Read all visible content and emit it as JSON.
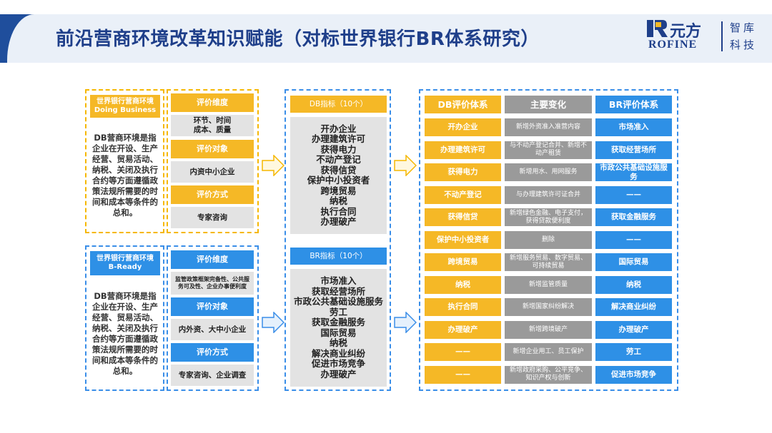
{
  "header": {
    "title": "前沿营商环境改革知识赋能（对标世界银行BR体系研究）",
    "logo_cn": "元方",
    "logo_en": "ROFINE",
    "logo_side_top": "智库",
    "logo_side_bottom": "科技"
  },
  "db_panel": {
    "title": "世界银行营商环境\nDoing Business",
    "description": "DB营商环境是指企业在开设、生产经营、贸易活动、纳税、关闭及执行合约等方面遵循政策法规所需要的时间和成本等条件的总和。",
    "rows": [
      {
        "label": "评价维度",
        "value": "环节、时间\n成本、质量"
      },
      {
        "label": "评价对象",
        "value": "内资中小企业"
      },
      {
        "label": "评价方式",
        "value": "专家咨询"
      }
    ]
  },
  "br_panel": {
    "title": "世界银行营商环境\nB-Ready",
    "description": "DB营商环境是指企业在开设、生产经营、贸易活动、纳税、关闭及执行合约等方面遵循政策法规所需要的时间和成本等条件的总和。",
    "rows": [
      {
        "label": "评价维度",
        "value": "监管政策框架完备性、公共服务可及性、企业办事便利度"
      },
      {
        "label": "评价对象",
        "value": "内外资、大中小企业"
      },
      {
        "label": "评价方式",
        "value": "专家咨询、企业调查"
      }
    ]
  },
  "db_indicators": {
    "title": "DB指标（10个）",
    "items": [
      "开办企业",
      "办理建筑许可",
      "获得电力",
      "不动产登记",
      "获得信贷",
      "保护中小投资者",
      "跨境贸易",
      "纳税",
      "执行合同",
      "办理破产"
    ]
  },
  "br_indicators": {
    "title": "BR指标（10个）",
    "items": [
      "市场准入",
      "获取经营场所",
      "市政公共基础设施服务",
      "劳工",
      "获取金融服务",
      "国际贸易",
      "纳税",
      "解决商业纠纷",
      "促进市场竞争",
      "办理破产"
    ]
  },
  "comparison": {
    "headers": [
      "DB评价体系",
      "主要变化",
      "BR评价体系"
    ],
    "rows": [
      {
        "db": "开办企业",
        "change": "新增外资准入准营内容",
        "br": "市场准入"
      },
      {
        "db": "办理建筑许可",
        "change": "与不动产登记合并、新增不动产租赁",
        "br": "获取经营场所"
      },
      {
        "db": "获得电力",
        "change": "新增用水、用网服务",
        "br": "市政公共基础设施服务"
      },
      {
        "db": "不动产登记",
        "change": "与办理建筑许可证合并",
        "br": "——"
      },
      {
        "db": "获得信贷",
        "change": "新增绿色金融、电子支付，获得贷款便利度",
        "br": "获取金融服务"
      },
      {
        "db": "保护中小投资者",
        "change": "删除",
        "br": "——"
      },
      {
        "db": "跨境贸易",
        "change": "新增服务贸易、数字贸易、可持续贸易",
        "br": "国际贸易"
      },
      {
        "db": "纳税",
        "change": "新增监管质量",
        "br": "纳税"
      },
      {
        "db": "执行合同",
        "change": "新增国家纠纷解决",
        "br": "解决商业纠纷"
      },
      {
        "db": "办理破产",
        "change": "新增跨境破产",
        "br": "办理破产"
      },
      {
        "db": "——",
        "change": "新增企业用工、员工保护",
        "br": "劳工"
      },
      {
        "db": "——",
        "change": "新增政府采购、公平竞争、知识产权与创新",
        "br": "促进市场竞争"
      }
    ]
  },
  "colors": {
    "yellow": "#f5b826",
    "blue": "#2e90e6",
    "gray": "#e3e3e3",
    "dark_gray": "#9a9a9a",
    "title_blue": "#1f3f8a"
  }
}
